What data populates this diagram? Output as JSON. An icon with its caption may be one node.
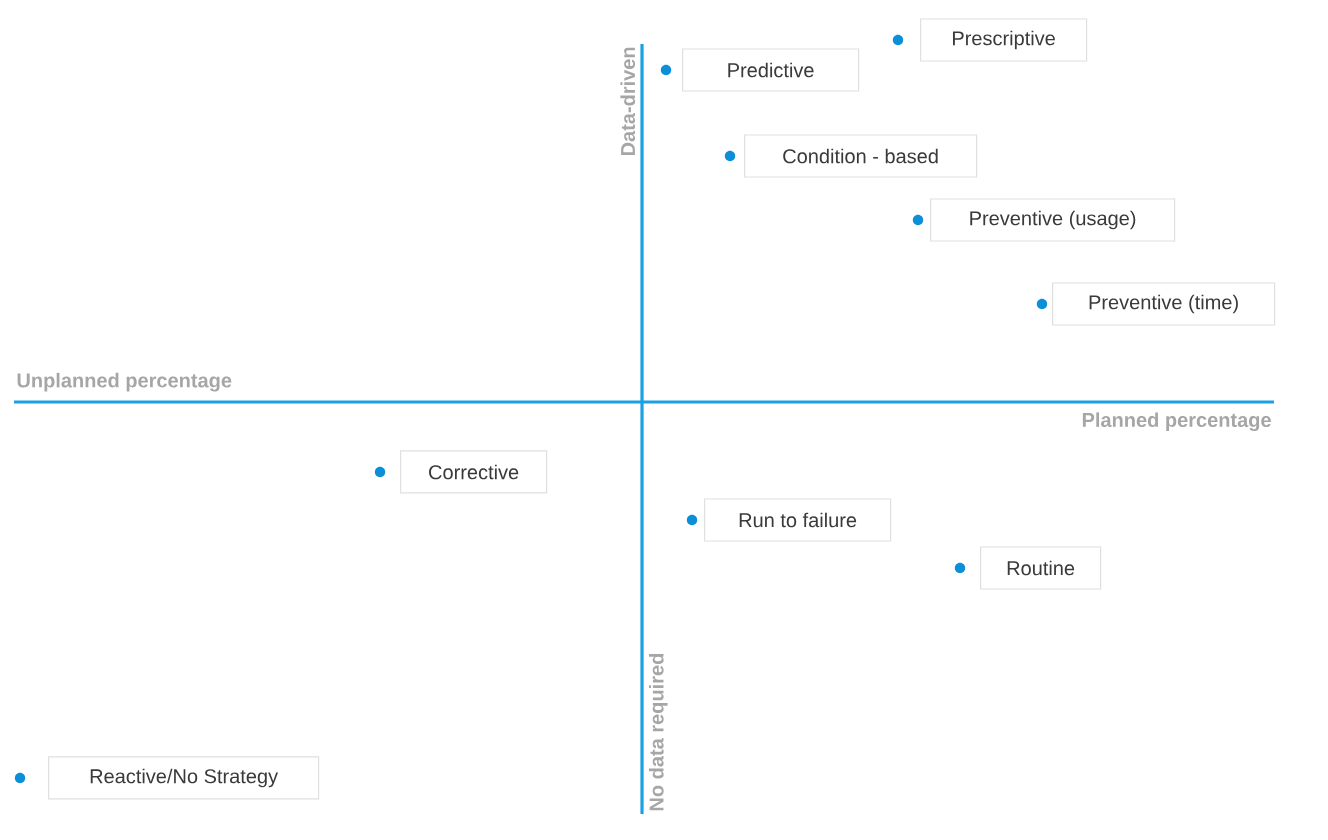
{
  "diagram": {
    "nodes": [
      {
        "text": [
          "Prescriptive"
        ]
      },
      {
        "text": [
          "Predictive"
        ]
      },
      {
        "text": [
          "Condition - based"
        ]
      },
      {
        "text": [
          "Preventive (usage)"
        ]
      },
      {
        "text": [
          "Preventive (time)"
        ]
      },
      {
        "text": [
          "Corrective"
        ]
      },
      {
        "text": [
          "Run to failure"
        ]
      },
      {
        "text": [
          "Routine"
        ]
      },
      {
        "text": [
          "Reactive/No Strategy"
        ]
      }
    ],
    "labels": [
      "Data-driven",
      "Unplanned percentage",
      "Planned percentage",
      "No data required"
    ]
  }
}
